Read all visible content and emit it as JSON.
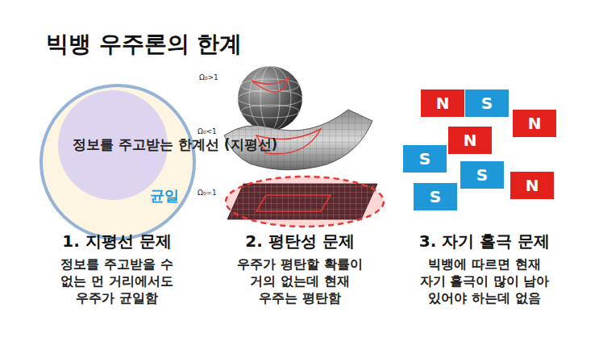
{
  "diagram": {
    "title": "빅뱅 우주론의 한계",
    "nodes": [
      {
        "text": [
          "균일"
        ]
      },
      {
        "text": [
          "정보를 주고받는 한계선 (지평선)"
        ],
        "in": 0
      },
      {
        "text": [
          "N"
        ]
      },
      {
        "text": [
          "S"
        ]
      },
      {
        "text": [
          "N"
        ]
      },
      {
        "text": [
          "N"
        ]
      },
      {
        "text": [
          "S"
        ]
      },
      {
        "text": [
          "S"
        ]
      },
      {
        "text": [
          "N"
        ]
      },
      {
        "text": [
          "S"
        ]
      }
    ],
    "labels": [
      "Ω₀>1",
      "Ω₀<1",
      "Ω₀=1",
      "1. 지평선 문제",
      "정보를 주고받을 수 없는 먼 거리에서도 우주가 균일함",
      "2. 평탄성 문제",
      "우주가 평탄할 확률이 거의 없는데 현재 우주는 평탄함",
      "3. 자기 홀극 문제",
      "빅뱅에 따르면 현재 자기 홀극이 많이 남아 있어야 하는데 없음"
    ]
  }
}
